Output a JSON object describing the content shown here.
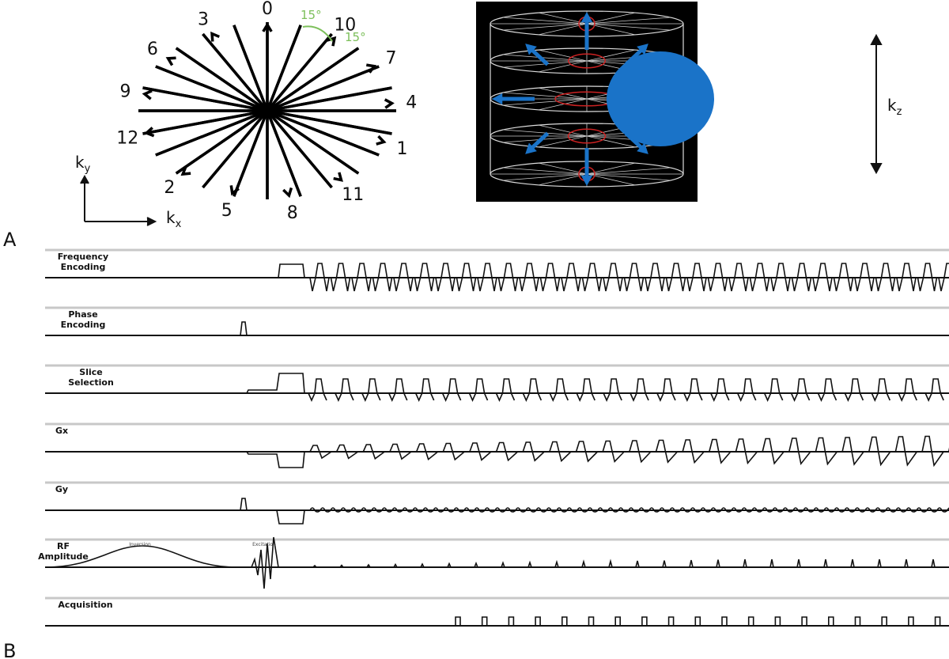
{
  "panel_labels": {
    "a": "A",
    "b": "B"
  },
  "radial": {
    "spoke_labels": [
      "0",
      "1",
      "2",
      "3",
      "4",
      "5",
      "6",
      "7",
      "8",
      "9",
      "10",
      "11",
      "12"
    ],
    "angle_labels": [
      "15°",
      "15°"
    ],
    "axis_x": "k",
    "axis_x_sub": "x",
    "axis_y": "k",
    "axis_y_sub": "y"
  },
  "stack": {
    "axis_z": "k",
    "axis_z_sub": "z",
    "sphere_color": "#1a73c8",
    "ring_color": "#cc2222"
  },
  "channels": [
    {
      "label_1": "Frequency",
      "label_2": "Encoding"
    },
    {
      "label_1": "Phase",
      "label_2": "Encoding"
    },
    {
      "label_1": "Slice",
      "label_2": "Selection"
    },
    {
      "label_1": "Gx",
      "label_2": ""
    },
    {
      "label_1": "Gy",
      "label_2": ""
    },
    {
      "label_1": "RF",
      "label_2": "Amplitude"
    },
    {
      "label_1": "Acquisition",
      "label_2": ""
    }
  ],
  "rf_annotations": {
    "inversion": "Inversion",
    "excitation": "Excitation"
  }
}
